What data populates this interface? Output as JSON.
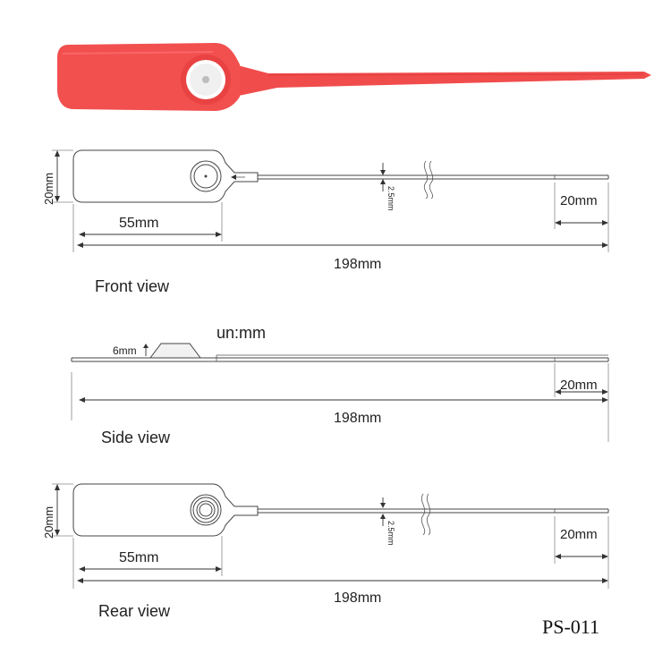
{
  "colors": {
    "seal_red": "#f14c4c",
    "seal_red_dark": "#d93838",
    "line": "#444444",
    "background": "#ffffff"
  },
  "photo": {
    "description_icon": "red-plastic-seal-photo"
  },
  "front_view": {
    "title": "Front view",
    "dim_height": "20mm",
    "dim_body_length": "55mm",
    "dim_total_length": "198mm",
    "dim_tail": "20mm",
    "dim_strap": "2.5mm"
  },
  "side_view": {
    "title": "Side view",
    "unit_note": "un:mm",
    "dim_thickness": "6mm",
    "dim_total_length": "198mm",
    "dim_tail": "20mm"
  },
  "rear_view": {
    "title": "Rear view",
    "dim_height": "20mm",
    "dim_body_length": "55mm",
    "dim_total_length": "198mm",
    "dim_tail": "20mm",
    "dim_strap": "2.5mm"
  },
  "model_code": "PS-011"
}
